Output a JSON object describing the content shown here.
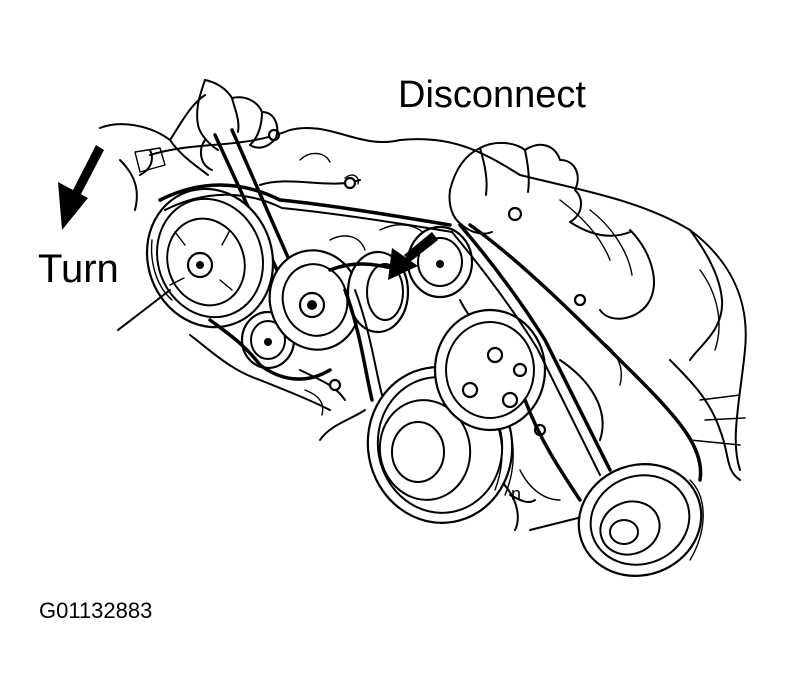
{
  "labels": {
    "disconnect": "Disconnect",
    "turn": "Turn",
    "figure_code": "G01132883",
    "belt_mark": "n"
  },
  "colors": {
    "ink": "#000000",
    "paper": "#ffffff"
  },
  "icons": {
    "turn_arrow": "arrow-down-left-icon",
    "disconnect_arrow": "arrow-down-left-icon"
  }
}
